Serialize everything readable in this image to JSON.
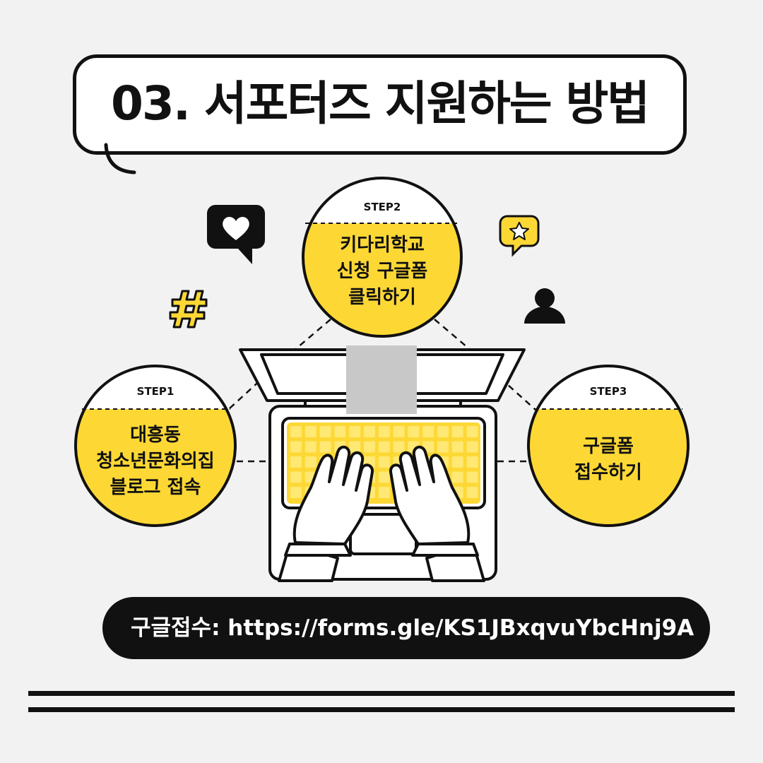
{
  "title": "03. 서포터즈 지원하는 방법",
  "steps": [
    {
      "label": "STEP1",
      "lines": [
        "대흥동",
        "청소년문화의집",
        "블로그 접속"
      ]
    },
    {
      "label": "STEP2",
      "lines": [
        "키다리학교",
        "신청 구글폼",
        "클릭하기"
      ]
    },
    {
      "label": "STEP3",
      "lines": [
        "구글폼",
        "접수하기"
      ]
    }
  ],
  "url_text": "구글접수: https://forms.gle/KS1JBxqvuYbcHnj9A",
  "colors": {
    "accent_yellow": "#fdd835",
    "ink": "#111111",
    "background": "#f2f2f2",
    "placeholder_gray": "#c8c8c8"
  },
  "icons": [
    "heart-chat-icon",
    "hashtag-icon",
    "star-chat-icon",
    "person-icon",
    "laptop-illustration",
    "hands-illustration"
  ]
}
